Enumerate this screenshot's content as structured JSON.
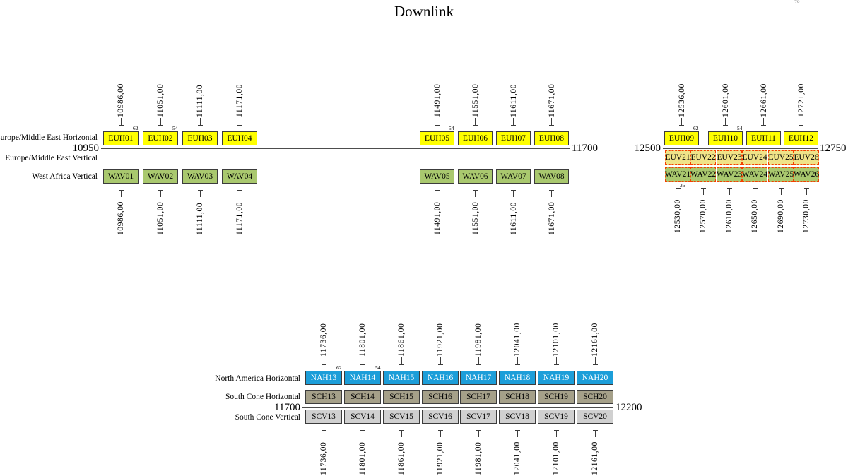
{
  "title": "Downlink",
  "corner_mark": "%",
  "colors": {
    "euh_fill": "#ffff00",
    "wav_fill": "#a9c86e",
    "euv_fill": "#f0e388",
    "nah_fill": "#1c9ed9",
    "sch_fill": "#a5a089",
    "scv_fill": "#d0d0d0",
    "dashed_border": "#f44000",
    "box_border": "#3c3c3c",
    "axis_line": "#4d4d4d"
  },
  "top_section": {
    "row_labels": {
      "euh": "Europe/Middle East Horizontal",
      "euv": "Europe/Middle East Vertical",
      "wav": "West Africa Vertical"
    },
    "axis": {
      "start": "10950",
      "end": "11700"
    },
    "groups": [
      {
        "channels": [
          {
            "euh": "EUH01",
            "wav": "WAV01",
            "freq": "10986,00",
            "note": "62"
          },
          {
            "euh": "EUH02",
            "wav": "WAV02",
            "freq": "11051,00",
            "note": "54"
          },
          {
            "euh": "EUH03",
            "wav": "WAV03",
            "freq": "11111,00",
            "note": ""
          },
          {
            "euh": "EUH04",
            "wav": "WAV04",
            "freq": "11171,00",
            "note": ""
          }
        ]
      },
      {
        "channels": [
          {
            "euh": "EUH05",
            "wav": "WAV05",
            "freq": "11491,00",
            "note": "54"
          },
          {
            "euh": "EUH06",
            "wav": "WAV06",
            "freq": "11551,00",
            "note": ""
          },
          {
            "euh": "EUH07",
            "wav": "WAV07",
            "freq": "11611,00",
            "note": ""
          },
          {
            "euh": "EUH08",
            "wav": "WAV08",
            "freq": "11671,00",
            "note": ""
          }
        ]
      }
    ]
  },
  "right_section": {
    "axis": {
      "start": "12500",
      "end": "12750"
    },
    "euh_channels": [
      {
        "id": "EUH09",
        "freq": "12536,00",
        "note": "62"
      },
      {
        "id": "EUH10",
        "freq": "12601,00",
        "note": "54"
      },
      {
        "id": "EUH11",
        "freq": "12661,00",
        "note": ""
      },
      {
        "id": "EUH12",
        "freq": "12721,00",
        "note": ""
      }
    ],
    "narrow_channels": [
      {
        "euv": "EUV21",
        "wav": "WAV21",
        "freq": "12530,00",
        "note": "36"
      },
      {
        "euv": "EUV22",
        "wav": "WAV22",
        "freq": "12570,00",
        "note": ""
      },
      {
        "euv": "EUV23",
        "wav": "WAV23",
        "freq": "12610,00",
        "note": ""
      },
      {
        "euv": "EUV24",
        "wav": "WAV24",
        "freq": "12650,00",
        "note": ""
      },
      {
        "euv": "EUV25",
        "wav": "WAV25",
        "freq": "12690,00",
        "note": ""
      },
      {
        "euv": "EUV26",
        "wav": "WAV26",
        "freq": "12730,00",
        "note": ""
      }
    ]
  },
  "bottom_section": {
    "row_labels": {
      "nah": "North America Horizontal",
      "sch": "South Cone Horizontal",
      "scv": "South Cone Vertical"
    },
    "axis": {
      "start": "11700",
      "end": "12200"
    },
    "channels": [
      {
        "nah": "NAH13",
        "sch": "SCH13",
        "scv": "SCV13",
        "freq": "11736,00",
        "note": "62"
      },
      {
        "nah": "NAH14",
        "sch": "SCH14",
        "scv": "SCV14",
        "freq": "11801,00",
        "note": "54"
      },
      {
        "nah": "NAH15",
        "sch": "SCH15",
        "scv": "SCV15",
        "freq": "11861,00",
        "note": ""
      },
      {
        "nah": "NAH16",
        "sch": "SCH16",
        "scv": "SCV16",
        "freq": "11921,00",
        "note": ""
      },
      {
        "nah": "NAH17",
        "sch": "SCH17",
        "scv": "SCV17",
        "freq": "11981,00",
        "note": ""
      },
      {
        "nah": "NAH18",
        "sch": "SCH18",
        "scv": "SCV18",
        "freq": "12041,00",
        "note": ""
      },
      {
        "nah": "NAH19",
        "sch": "SCH19",
        "scv": "SCV19",
        "freq": "12101,00",
        "note": ""
      },
      {
        "nah": "NAH20",
        "sch": "SCH20",
        "scv": "SCV20",
        "freq": "12161,00",
        "note": ""
      }
    ]
  }
}
